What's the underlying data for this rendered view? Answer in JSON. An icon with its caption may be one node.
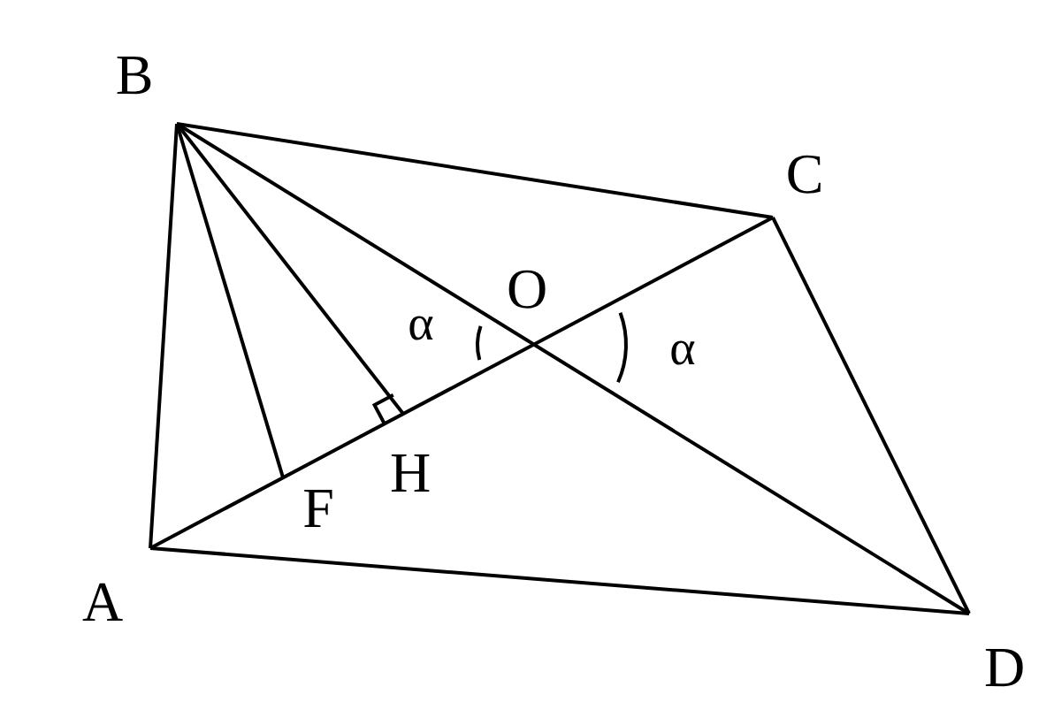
{
  "diagram": {
    "nodes": [
      {
        "text": [
          "B"
        ]
      },
      {
        "text": [
          "C"
        ]
      },
      {
        "text": [
          "O"
        ]
      },
      {
        "text": [
          "H"
        ]
      },
      {
        "text": [
          "F"
        ]
      },
      {
        "text": [
          "A"
        ]
      },
      {
        "text": [
          "D"
        ]
      }
    ],
    "edges": [
      {
        "from": 5,
        "to": 0,
        "arrow": "none"
      },
      {
        "from": 0,
        "to": 1,
        "arrow": "none"
      },
      {
        "from": 1,
        "to": 6,
        "arrow": "none"
      },
      {
        "from": 6,
        "to": 5,
        "arrow": "none"
      },
      {
        "from": 5,
        "to": 1,
        "arrow": "none"
      },
      {
        "from": 0,
        "to": 6,
        "arrow": "none"
      },
      {
        "from": 0,
        "to": 4,
        "arrow": "none"
      },
      {
        "from": 0,
        "to": 3,
        "arrow": "none"
      }
    ],
    "labels": [
      "α",
      "α"
    ]
  }
}
